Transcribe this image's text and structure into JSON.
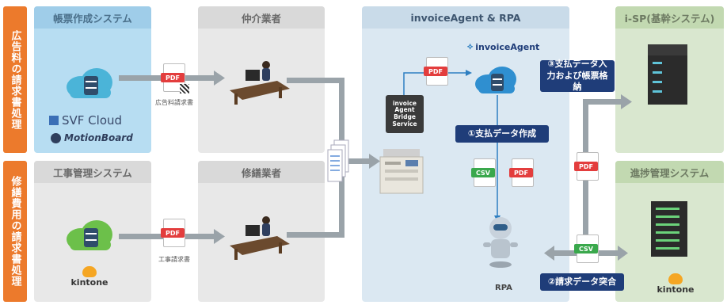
{
  "sidebar": {
    "top_label": "広告料の請求書処理",
    "bottom_label": "修繕費用の請求書処理"
  },
  "panels": {
    "report_system": "帳票作成システム",
    "broker": "仲介業者",
    "invoice_agent_rpa": "invoiceAgent & RPA",
    "isp": "i-SP(基幹システム)",
    "construction_system": "工事管理システム",
    "repair_vendor": "修繕業者",
    "progress_system": "進捗管理システム"
  },
  "products": {
    "svf": "SVF Cloud",
    "motionboard": "MotionBoard",
    "kintone_left": "kintone",
    "kintone_right": "kintone",
    "invoiceagent": "invoiceAgent",
    "bridge": "invoice Agent Bridge Service",
    "rpa": "RPA"
  },
  "documents": {
    "pdf": "PDF",
    "csv": "CSV",
    "ad_invoice": "広告料請求書",
    "work_invoice": "工事請求書"
  },
  "steps": {
    "step1": "①支払データ作成",
    "step2": "②請求データ突合",
    "step3": "③支払データ入力および帳票格納"
  }
}
